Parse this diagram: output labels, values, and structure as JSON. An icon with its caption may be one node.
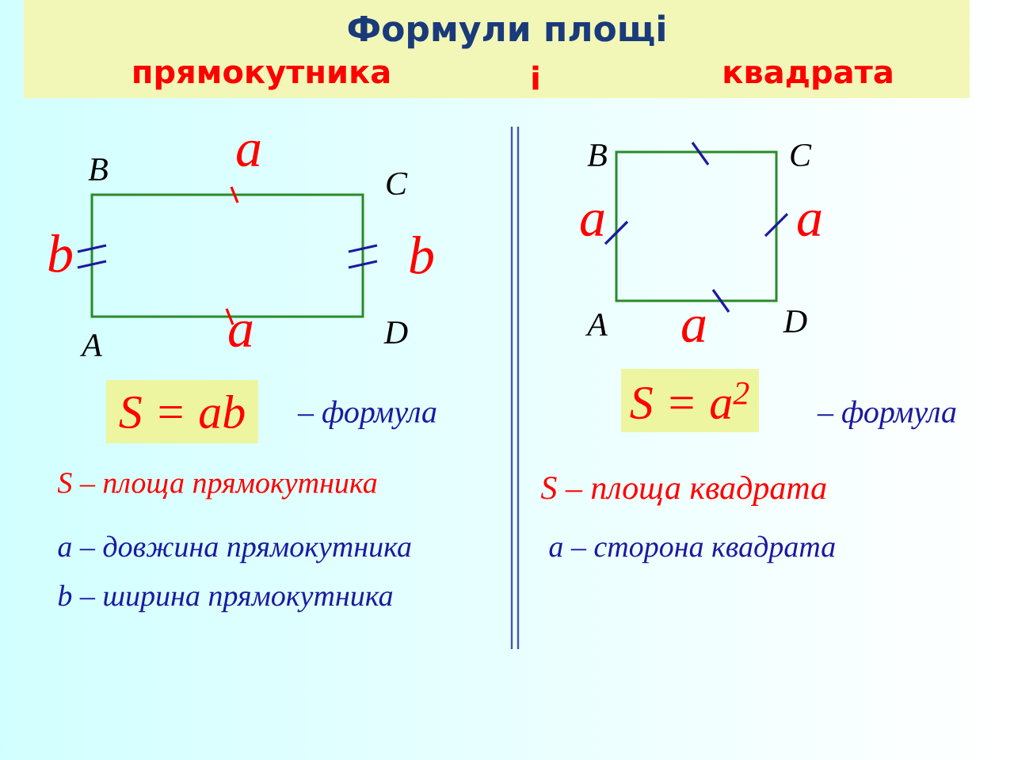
{
  "diagram": {
    "nodes": [
      {
        "text": [
          "Формули площі",
          "прямокутника",
          "і",
          "квадрата"
        ]
      },
      {
        "text": [],
        "shape": "box"
      },
      {
        "text": [],
        "shape": "box"
      },
      {
        "text": [
          "S = ab"
        ],
        "beside": [
          "– формула"
        ]
      },
      {
        "text": [
          "S = a$^{2}$"
        ],
        "beside": [
          "– формула"
        ]
      }
    ],
    "labels": [
      "B",
      "a",
      "C",
      "b",
      "b",
      "A",
      "a",
      "D",
      "B",
      "C",
      "a",
      "a",
      "A",
      "a",
      "D",
      "S – площа прямокутника",
      "S – площа квадрата",
      "a – довжина прямокутника",
      "a – сторона квадрата",
      "b – ширина прямокутника"
    ]
  }
}
